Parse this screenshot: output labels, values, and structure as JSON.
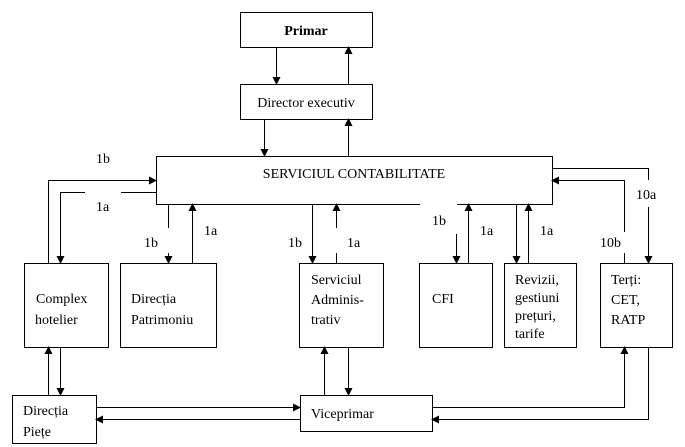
{
  "nodes": {
    "primar": "Primar",
    "director": "Director executiv",
    "serviciul": "SERVICIUL CONTABILITATE",
    "complex": [
      "Complex",
      "hotelier"
    ],
    "patrimoniu": [
      "Direcția",
      "Patrimoniu"
    ],
    "administrativ": [
      "Serviciul",
      "Adminis-",
      "trativ"
    ],
    "cfi": "CFI",
    "revizii": [
      "Revizii,",
      "gestiuni",
      "prețuri,",
      "tarife"
    ],
    "terti": [
      "Terți:",
      "CET,",
      "RATP"
    ],
    "piete": [
      "Direcția",
      "Piețe"
    ],
    "viceprimar": "Viceprimar"
  },
  "labels": {
    "complex_1b": "1b",
    "complex_1a": "1a",
    "patrimoniu_1b": "1b",
    "patrimoniu_1a": "1a",
    "admin_1b": "1b",
    "admin_1a": "1a",
    "cfi_1b": "1b",
    "cfi_1a": "1a",
    "revizii_1a": "1a",
    "terti_10a": "10a",
    "terti_10b": "10b"
  }
}
